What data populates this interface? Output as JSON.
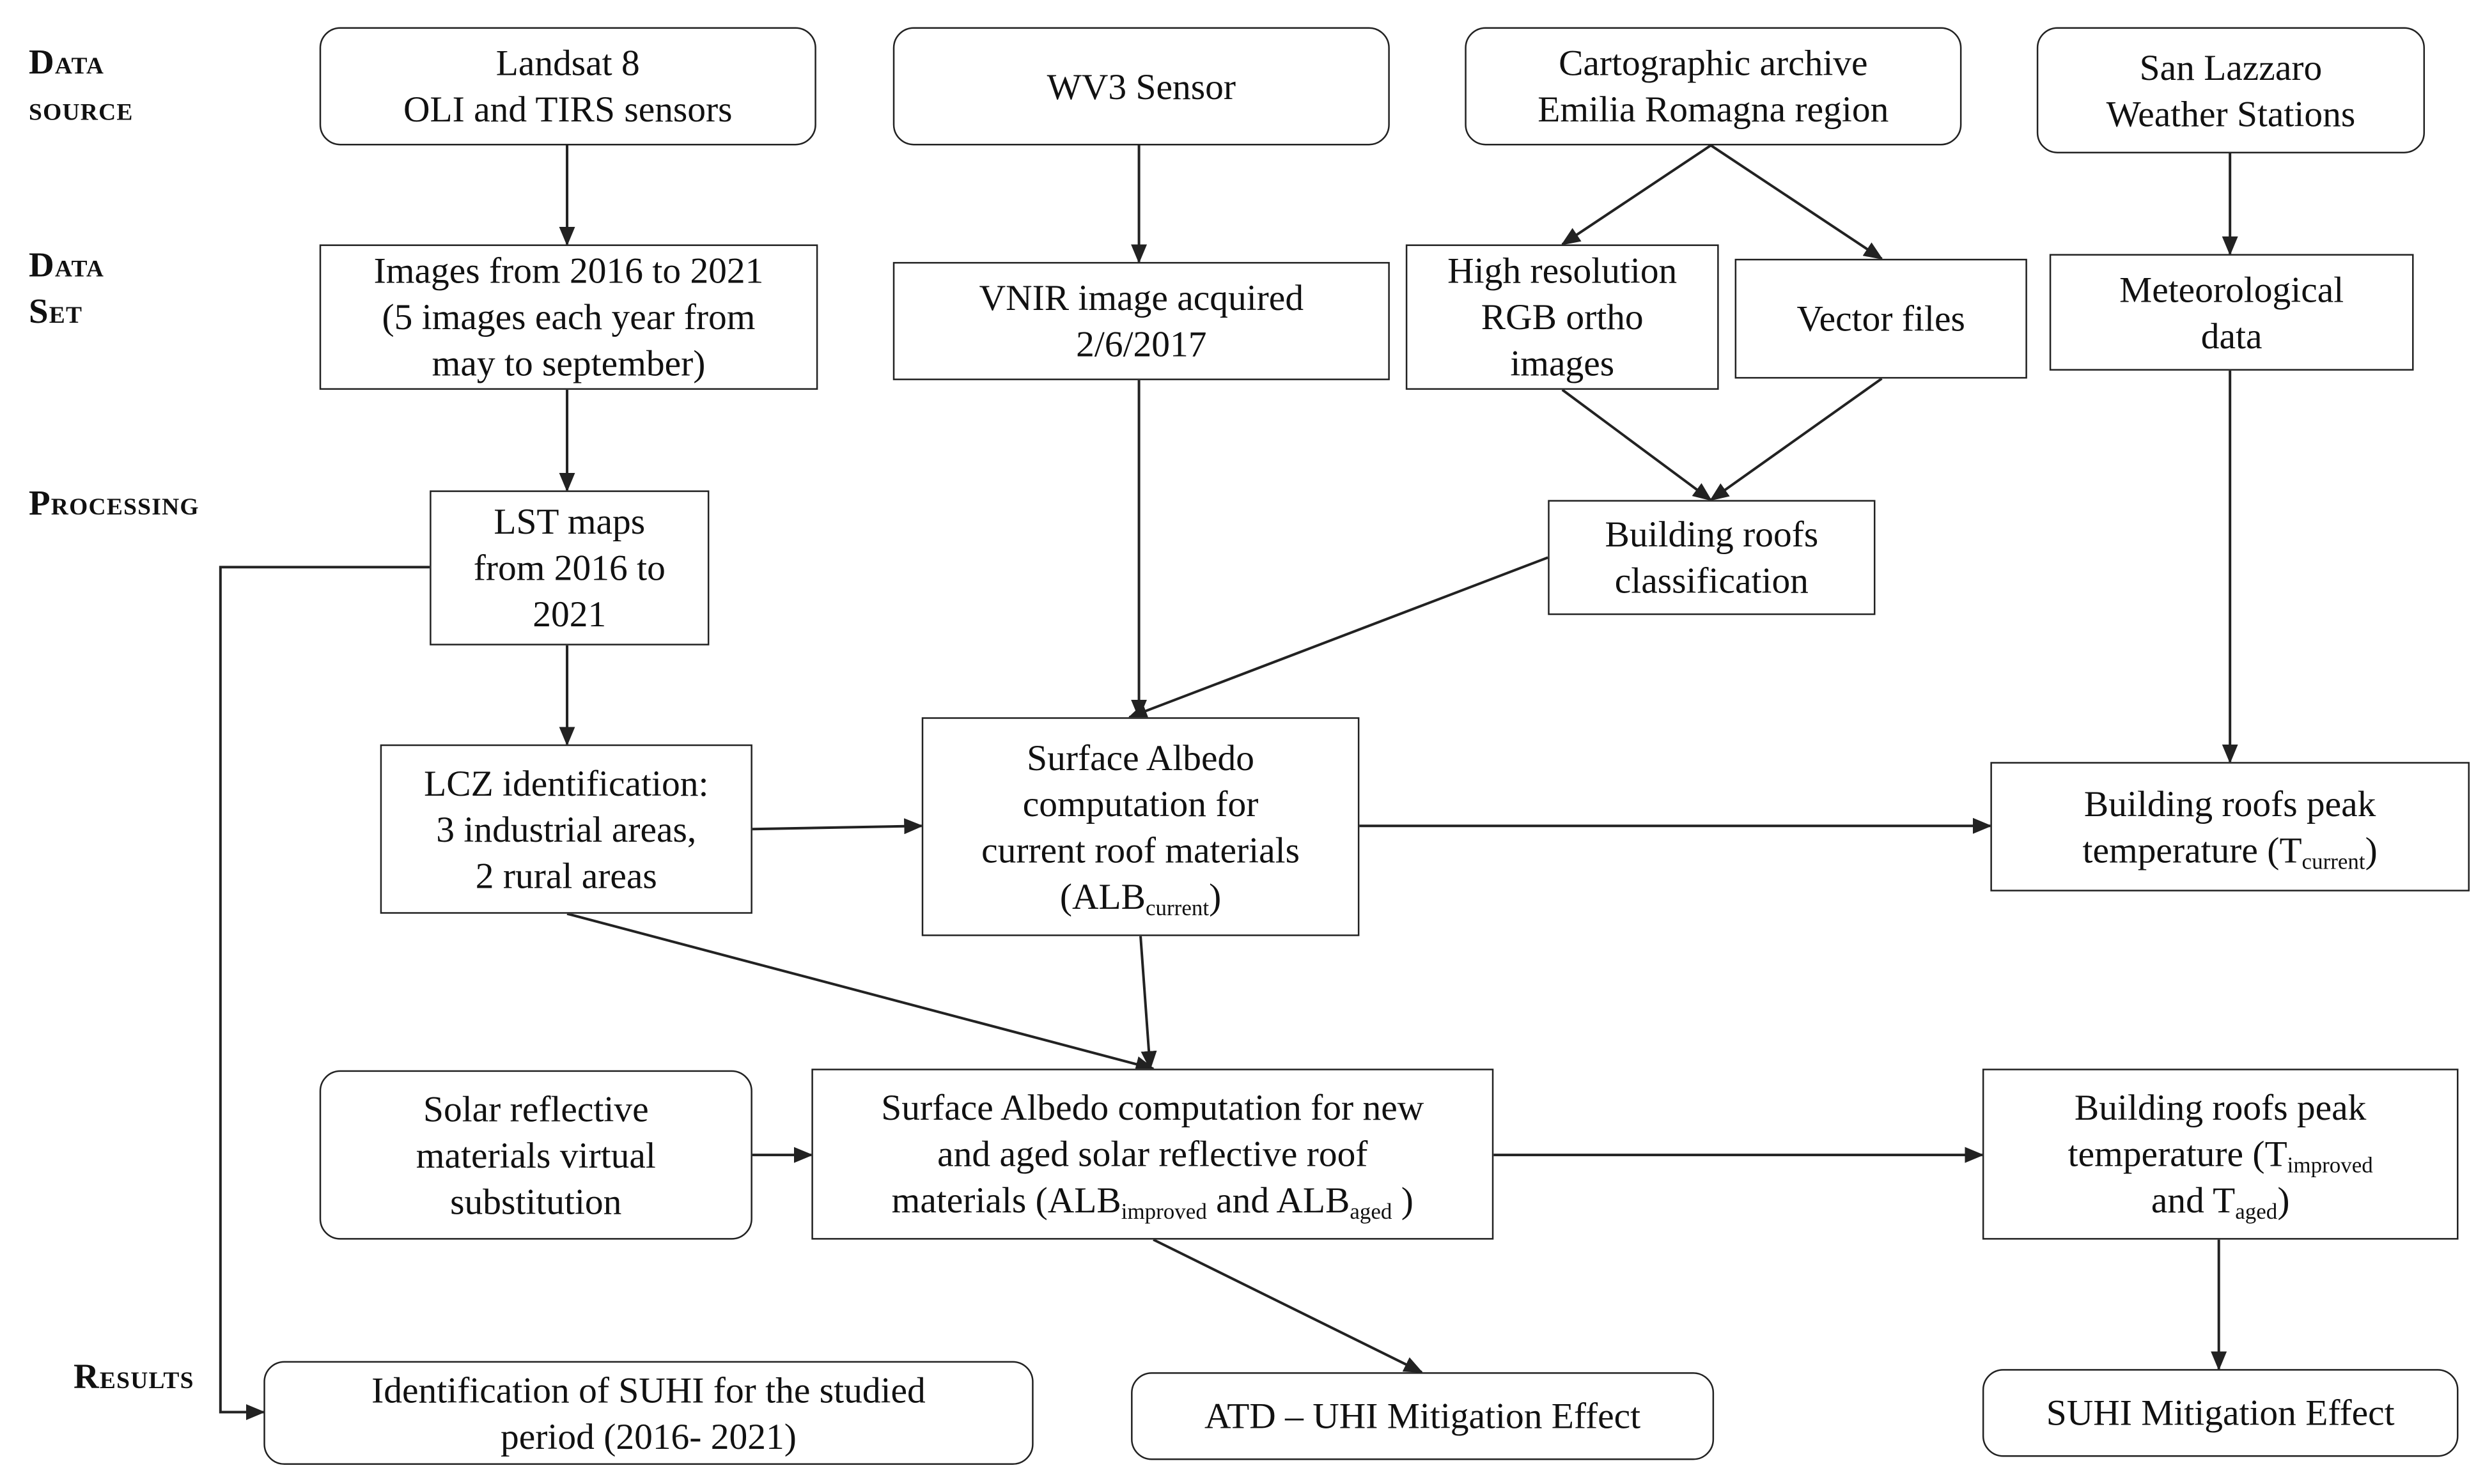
{
  "stage_labels": {
    "data_source": [
      "Data",
      "source"
    ],
    "data_set": [
      "Data",
      "Set"
    ],
    "processing": "Processing",
    "results": "Results"
  },
  "nodes": {
    "landsat": [
      "Landsat 8",
      "OLI and TIRS sensors"
    ],
    "wv3": "WV3 Sensor",
    "cartographic": [
      "Cartographic archive",
      "Emilia Romagna region"
    ],
    "weather": [
      "San Lazzaro",
      "Weather Stations"
    ],
    "images": [
      "Images from 2016 to 2021",
      "(5 images each year from",
      "may to september)"
    ],
    "vnir": [
      "VNIR image acquired",
      "2/6/2017"
    ],
    "ortho": [
      "High resolution",
      "RGB ortho",
      "images"
    ],
    "vector": "Vector files",
    "meteo": [
      "Meteorological",
      "data"
    ],
    "lst": [
      "LST maps",
      "from 2016 to",
      "2021"
    ],
    "roofs_class": [
      "Building roofs",
      "classification"
    ],
    "lcz": [
      "LCZ identification:",
      "3 industrial areas,",
      "2 rural areas"
    ],
    "albedo_current": {
      "lines": [
        "Surface Albedo",
        "computation for",
        "current roof materials"
      ],
      "pre": "(ALB",
      "sub": "current",
      "post": ")"
    },
    "peak_current": {
      "line1": "Building roofs peak",
      "pre": "temperature (T",
      "sub": "current",
      "post": ")"
    },
    "solar_sub": [
      "Solar reflective",
      "materials virtual",
      "substitution"
    ],
    "albedo_new": {
      "line1": "Surface Albedo computation for new",
      "line2": "and aged solar reflective roof",
      "pre": "materials (ALB",
      "sub1": "improved",
      "mid": " and ALB",
      "sub2": "aged",
      "post": " )"
    },
    "peak_new": {
      "line1": "Building roofs peak",
      "pre": "temperature (T",
      "sub1": "improved",
      "mid": "and T",
      "sub2": "aged",
      "post": ")"
    },
    "suhi_id": [
      "Identification of SUHI for the studied",
      "period (2016- 2021)"
    ],
    "atd": "ATD – UHI Mitigation Effect",
    "suhi_mit": "SUHI Mitigation Effect"
  }
}
